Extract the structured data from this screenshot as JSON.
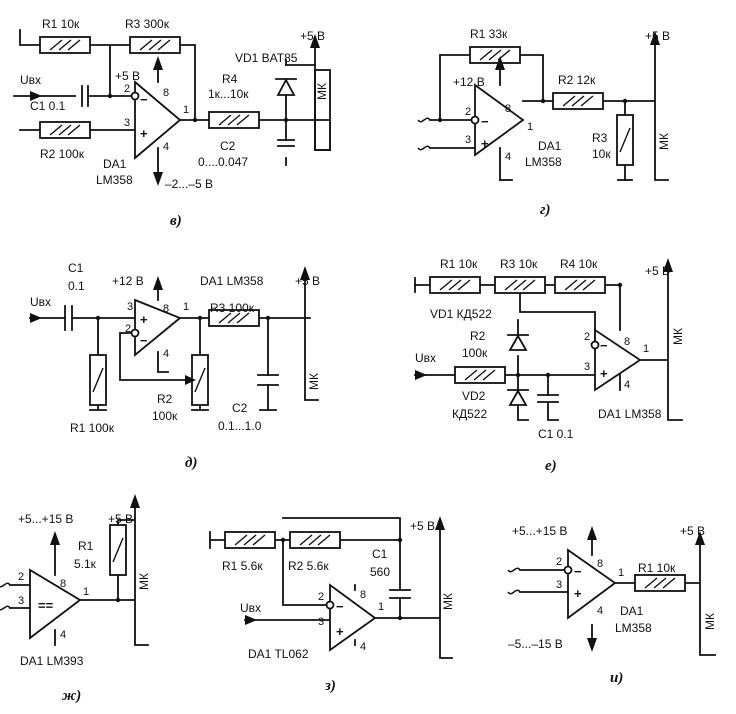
{
  "v": {
    "caption": "в)",
    "r1": "R1 10к",
    "r3": "R3 300к",
    "vdd": "+5 В",
    "vd1": "VD1 BAT85",
    "uin": "Uвх",
    "c1": "C1 0.1",
    "op_supply": "+5 В",
    "r4_name": "R4",
    "r4_val": "1к...10к",
    "r2": "R2 100к",
    "da": "DA1",
    "chip": "LM358",
    "c2_name": "C2",
    "c2_val": "0....0.047",
    "neg_supply": "–2...–5 В",
    "mk": "МК",
    "p2": "2",
    "p3": "3",
    "p1": "1",
    "p8": "8",
    "p4": "4"
  },
  "g": {
    "caption": "г)",
    "r1": "R1 33к",
    "vdd": "+5 В",
    "op_supply": "+12 В",
    "r2": "R2 12к",
    "r3_name": "R3",
    "r3_val": "10к",
    "da": "DA1",
    "chip": "LM358",
    "mk": "МК",
    "p2": "2",
    "p3": "3",
    "p1": "1",
    "p8": "8",
    "p4": "4"
  },
  "d": {
    "caption": "д)",
    "c1_name": "C1",
    "c1_val": "0.1",
    "op_supply": "+12 В",
    "da": "DA1 LM358",
    "vdd": "+5 В",
    "uin": "Uвх",
    "r3": "R3 100к",
    "r1": "R1 100к",
    "r2_name": "R2",
    "r2_val": "100к",
    "c2_name": "C2",
    "c2_val": "0.1...1.0",
    "mk": "МК",
    "p2": "2",
    "p3": "3",
    "p1": "1",
    "p8": "8",
    "p4": "4"
  },
  "e": {
    "caption": "е)",
    "r1": "R1 10к",
    "r3": "R3 10к",
    "r4": "R4 10к",
    "vdd": "+5 В",
    "vd1": "VD1 КД522",
    "r2_name": "R2",
    "r2_val": "100к",
    "uin": "Uвх",
    "vd2_name": "VD2",
    "vd2_val": "КД522",
    "c1": "C1 0.1",
    "da": "DA1 LM358",
    "mk": "МК",
    "p2": "2",
    "p3": "3",
    "p1": "1",
    "p8": "8",
    "p4": "4"
  },
  "zh": {
    "caption": "ж)",
    "supply": "+5...+15 В",
    "vdd": "+5 В",
    "r1_name": "R1",
    "r1_val": "5.1к",
    "da": "DA1 LM393",
    "comp": "==",
    "mk": "МК",
    "p2": "2",
    "p3": "3",
    "p1": "1",
    "p8": "8",
    "p4": "4"
  },
  "z": {
    "caption": "з)",
    "vdd": "+5 В",
    "c1_name": "C1",
    "c1_val": "560",
    "r1": "R1 5.6к",
    "r2": "R2 5.6к",
    "uin": "Uвх",
    "da": "DA1 TL062",
    "mk": "МК",
    "p2": "2",
    "p3": "3",
    "p1": "1",
    "p8": "8",
    "p4": "4"
  },
  "i": {
    "caption": "и)",
    "supply": "+5...+15 В",
    "vdd": "+5 В",
    "r1": "R1 10к",
    "da": "DA1",
    "chip": "LM358",
    "neg_supply": "–5...–15 В",
    "mk": "МК",
    "p2": "2",
    "p3": "3",
    "p1": "1",
    "p8": "8",
    "p4": "4"
  }
}
